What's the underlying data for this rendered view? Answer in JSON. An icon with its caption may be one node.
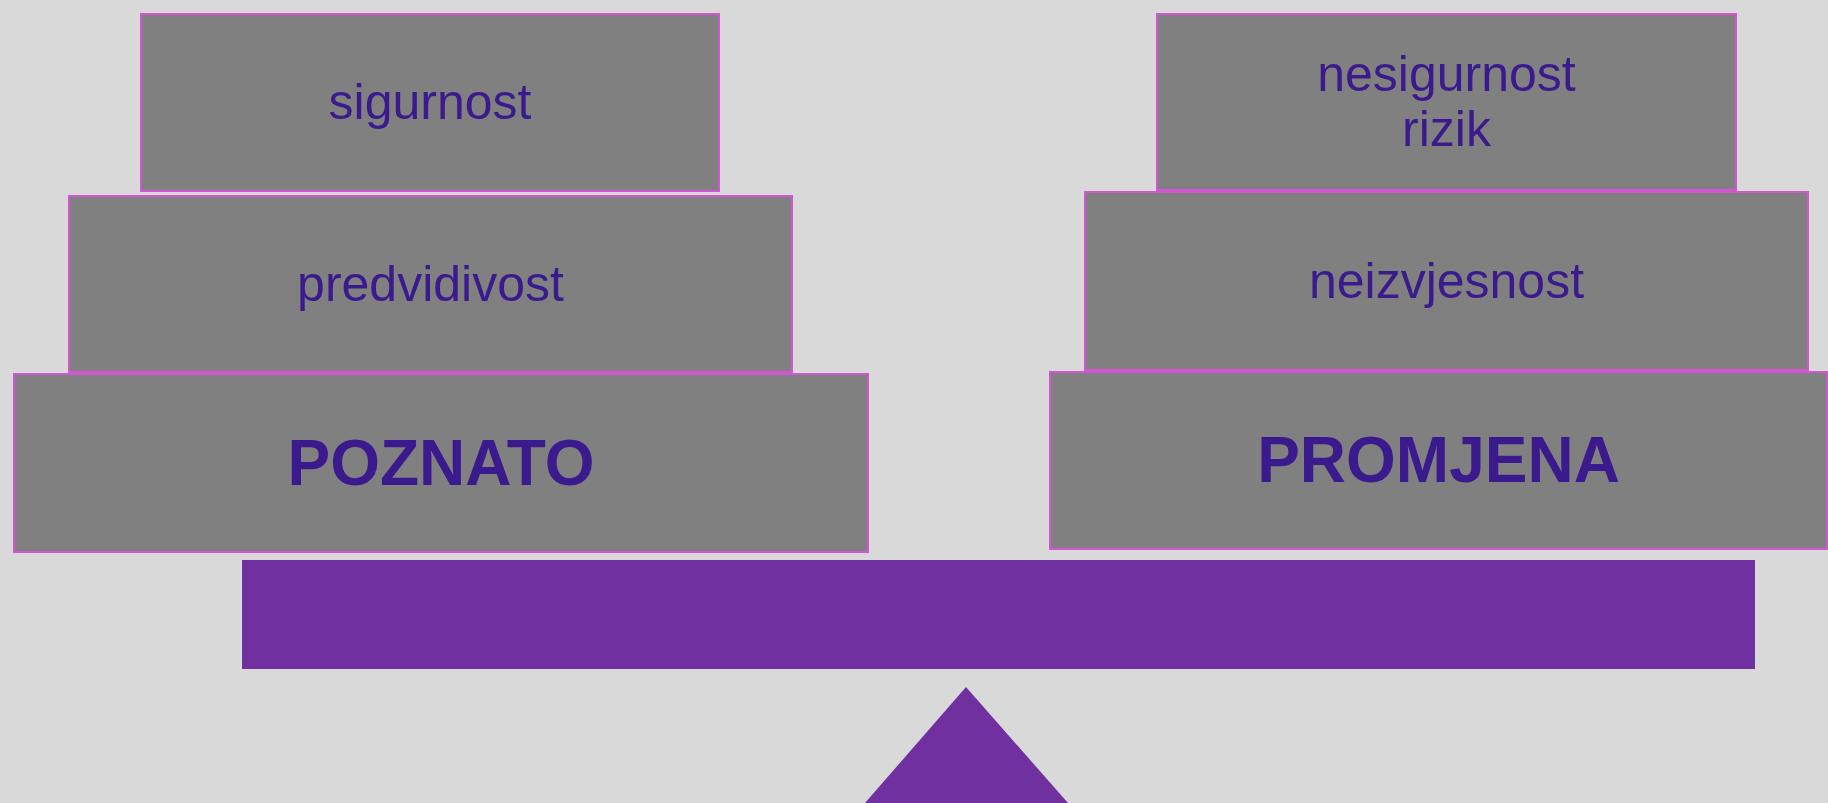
{
  "diagram": {
    "nodes": [
      {
        "text": [
          "sigurnost"
        ]
      },
      {
        "text": [
          "nesigurnost",
          "rizik"
        ]
      },
      {
        "text": [
          "predvidivost"
        ]
      },
      {
        "text": [
          "neizvjesnost"
        ]
      },
      {
        "text": [
          "POZNATO"
        ]
      },
      {
        "text": [
          "PROMJENA"
        ]
      }
    ]
  }
}
